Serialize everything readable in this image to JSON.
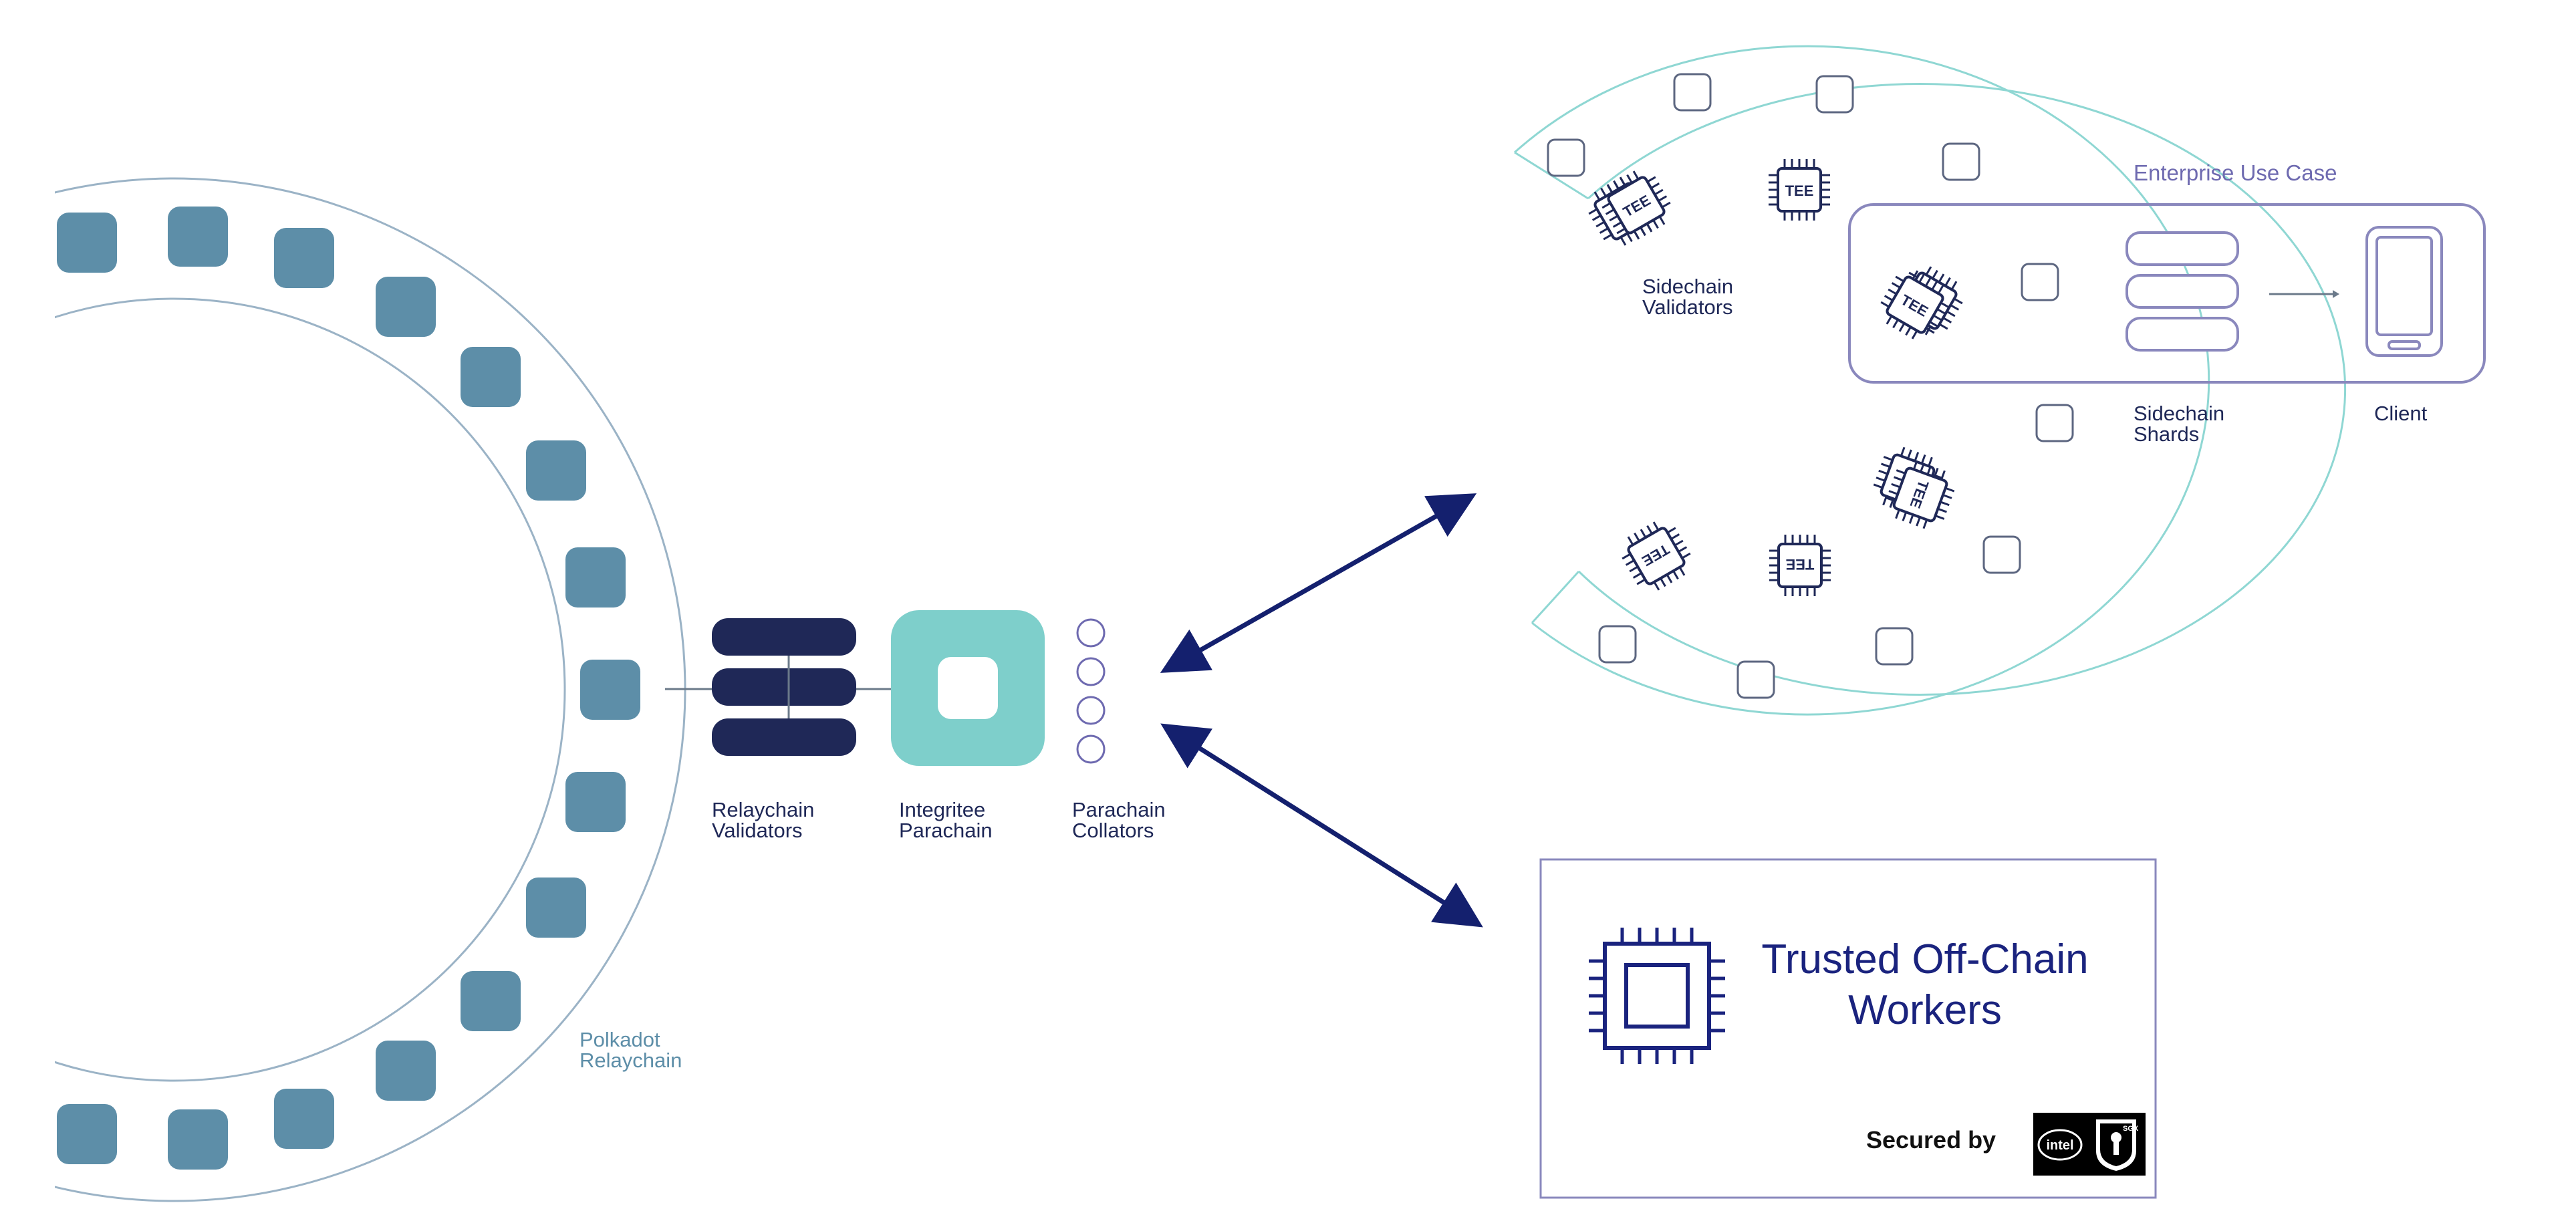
{
  "relaychain": {
    "label_line1": "Polkadot",
    "label_line2": "Relaychain"
  },
  "relaychain_validators": {
    "label_line1": "Relaychain",
    "label_line2": "Validators"
  },
  "parachain": {
    "label_line1": "Integritee",
    "label_line2": "Parachain"
  },
  "collators": {
    "label_line1": "Parachain",
    "label_line2": "Collators"
  },
  "sidechain": {
    "validators_line1": "Sidechain",
    "validators_line2": "Validators",
    "tee_label": "TEE"
  },
  "enterprise": {
    "title": "Enterprise Use Case",
    "shards_line1": "Sidechain",
    "shards_line2": "Shards",
    "client": "Client"
  },
  "workers": {
    "title_line1": "Trusted Off-Chain",
    "title_line2": "Workers",
    "secured_by": "Secured by",
    "intel_logo_text": "intel",
    "sgx_logo_text": "SGX"
  },
  "colors": {
    "navy": "#1f2857",
    "teal": "#6dc8c8",
    "relay_block": "#5d8ea8",
    "purple": "#6e6ab0",
    "arrow": "#14206e"
  }
}
